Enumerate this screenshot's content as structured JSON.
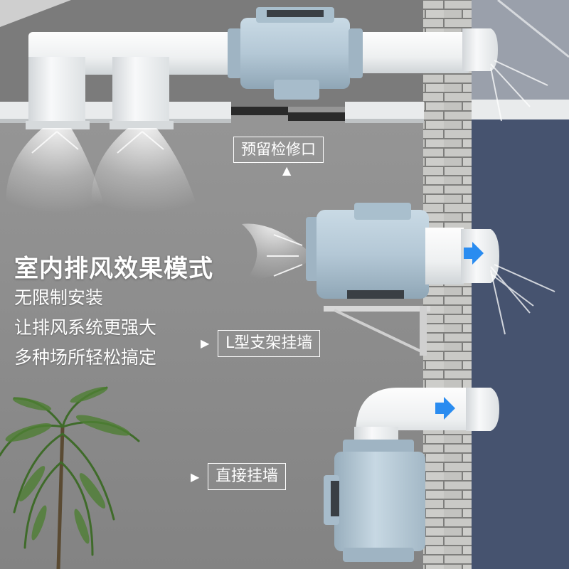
{
  "headline": "室内排风效果模式",
  "features": [
    "无限制安装",
    "让排风系统更强大",
    "多种场所轻松搞定"
  ],
  "labels": {
    "access_hatch": "预留检修口",
    "l_bracket": "L型支架挂墙",
    "direct_wall": "直接挂墙"
  },
  "icons": {
    "pointer": "▲",
    "arrow_right": "▶"
  },
  "colors": {
    "wall_gray": "#8f8f8f",
    "brick": "#c9c9c6",
    "exterior_navy": "#46536f",
    "pipe_white": "#f4f6f7",
    "fan_blue": "#b7cbd8",
    "flow_arrow": "#2a8cf0",
    "text": "#ffffff"
  }
}
